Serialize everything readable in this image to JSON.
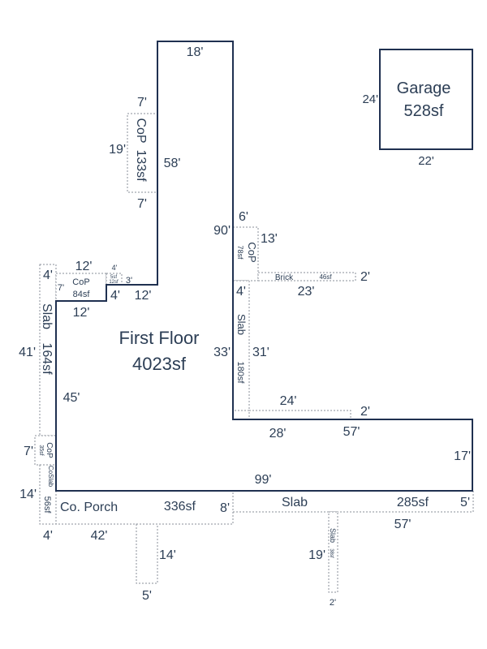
{
  "garage": {
    "name": "Garage",
    "area": "528sf",
    "dim_depth": "24'",
    "dim_width": "22'"
  },
  "first_floor": {
    "name": "First Floor",
    "area": "4023sf",
    "dim_top": "18'",
    "dim_tower": "58'",
    "dim_90": "90'",
    "dim_33": "33'",
    "dim_28": "28'",
    "dim_57": "57'",
    "dim_17": "17'",
    "dim_99": "99'",
    "dim_45": "45'",
    "dim_12a": "12'",
    "dim_12b": "12'",
    "dim_12c": "12'",
    "dim_4": "4'",
    "dim_3": "3'",
    "dim_4b": "4'",
    "dim_7": "7'"
  },
  "cop_left": {
    "name": "CoP",
    "area": "133sf",
    "dim_top": "7'",
    "dim_side": "19'",
    "dim_bottom": "7'"
  },
  "cop_right": {
    "name": "CoP",
    "area": "78sf",
    "dim_top": "6'",
    "dim_side": "13'"
  },
  "cop_small": {
    "name": "CoP",
    "area": "84sf"
  },
  "tiny_patio": {
    "line1": "5sf",
    "line2": "12sf"
  },
  "brick": {
    "name": "Brick",
    "area": "46sf",
    "dim_length": "23'",
    "dim_width": "2'"
  },
  "slab_right": {
    "name": "Slab",
    "area": "180sf",
    "dim_length": "31'",
    "dim_bottom": "24'",
    "dim_end": "2'"
  },
  "slab_left": {
    "name": "Slab",
    "area": "164sf",
    "dim_length": "41'",
    "dim_top": "4'"
  },
  "cop_tiny": {
    "name": "CoP",
    "area": "35sf",
    "dim": "7'"
  },
  "coslab": {
    "name": "CoSlab",
    "area": "56sf",
    "dim_length": "14'",
    "dim_width": "4'"
  },
  "porch": {
    "name": "Co. Porch",
    "area": "336sf",
    "dim_length": "42'",
    "dim_depth": "8'"
  },
  "slab_bottom": {
    "name": "Slab",
    "area": "285sf",
    "dim_length": "57'",
    "dim_depth": "5'"
  },
  "step_left": {
    "dim_length": "14'",
    "dim_width": "5'"
  },
  "step_right": {
    "name": "Slab",
    "area": "38sf",
    "dim_length": "19'",
    "dim_width": "2'"
  },
  "colors": {
    "wall": "#1f3050",
    "dashed": "#8a8f99",
    "text": "#2c3e55"
  }
}
